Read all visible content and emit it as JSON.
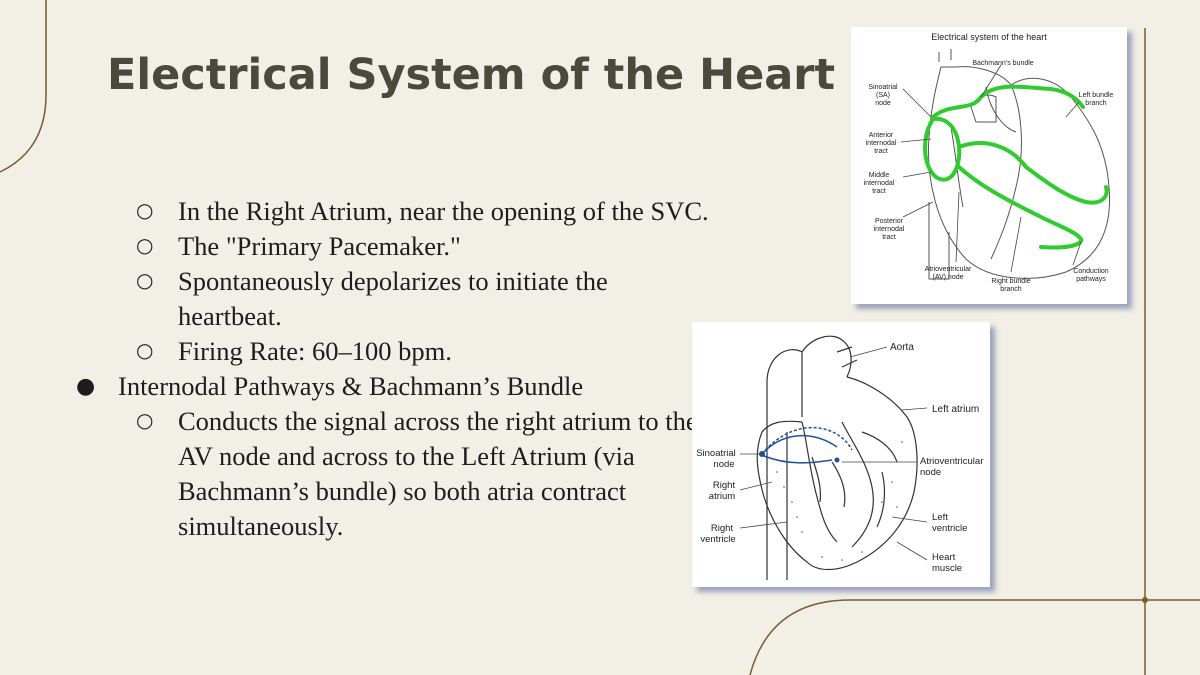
{
  "slide": {
    "title": "Electrical System of the Heart",
    "bullets": [
      {
        "level": 2,
        "text": "In the Right Atrium, near the opening of the SVC."
      },
      {
        "level": 2,
        "text": "The \"Primary Pacemaker.\""
      },
      {
        "level": 2,
        "text": "Spontaneously depolarizes to initiate the heartbeat."
      },
      {
        "level": 2,
        "text": "Firing Rate: 60–100 bpm."
      },
      {
        "level": 1,
        "text": "Internodal Pathways & Bachmann’s Bundle"
      },
      {
        "level": 2,
        "text": "Conducts the signal across the right atrium to the AV node and across to the Left Atrium (via Bachmann’s bundle) so both atria contract simultaneously."
      }
    ],
    "markers": {
      "level1": "●",
      "level2": "○"
    }
  },
  "figure1": {
    "title": "Electrical system of the heart",
    "labels": {
      "bachmann": "Bachmann’s bundle",
      "sa_1": "Sinoatrial",
      "sa_2": "(SA)",
      "sa_3": "node",
      "ant_1": "Anterior",
      "ant_2": "internodal",
      "ant_3": "tract",
      "mid_1": "Middle",
      "mid_2": "internodal",
      "mid_3": "tract",
      "post_1": "Posterior",
      "post_2": "internodal",
      "post_3": "tract",
      "av_1": "Atrioventricular",
      "av_2": "(AV) node",
      "rbb_1": "Right bundle",
      "rbb_2": "branch",
      "lbb_1": "Left bundle",
      "lbb_2": "branch",
      "cond_1": "Conduction",
      "cond_2": "pathways"
    },
    "pathway_color": "#2ecc2e"
  },
  "figure2": {
    "labels": {
      "aorta": "Aorta",
      "left_atrium": "Left atrium",
      "sa_1": "Sinoatrial",
      "sa_2": "node",
      "ra_1": "Right",
      "ra_2": "atrium",
      "rv_1": "Right",
      "rv_2": "ventricle",
      "avn_1": "Atrioventricular",
      "avn_2": "node",
      "lv_1": "Left",
      "lv_2": "ventricle",
      "hm_1": "Heart",
      "hm_2": "muscle"
    },
    "arrow_color": "#1f4fa0"
  },
  "colors": {
    "background": "#f1efe6",
    "title": "#4a4a3c",
    "decoration": "#7a5a2e"
  }
}
